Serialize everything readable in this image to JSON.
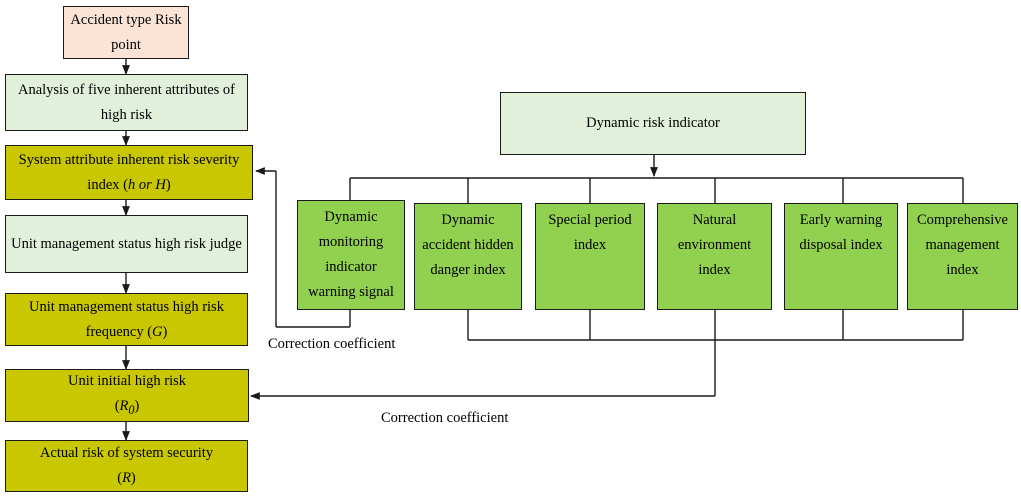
{
  "left_chain": [
    {
      "id": "accident-type-risk-point",
      "text": "Accident type Risk point"
    },
    {
      "id": "five-inherent-attributes",
      "text": "Analysis of five inherent attributes of high risk"
    },
    {
      "id": "inherent-risk-severity-index",
      "line1": "System attribute inherent risk severity",
      "line2_pre": "index (",
      "symbol": "h or H",
      "line2_post": ")"
    },
    {
      "id": "management-status-judge",
      "text": "Unit management status high risk judge"
    },
    {
      "id": "management-status-frequency",
      "line1": "Unit management status high risk",
      "line2_pre": "frequency (",
      "symbol": "G",
      "line2_post": ")"
    },
    {
      "id": "unit-initial-high-risk",
      "line1": "Unit initial high risk",
      "line2_pre": "(",
      "symbol": "R",
      "sub": "0",
      "line2_post": ")"
    },
    {
      "id": "actual-risk",
      "line1": "Actual risk of system security",
      "line2_pre": "(",
      "symbol": "R",
      "line2_post": ")"
    }
  ],
  "dynamic_root": {
    "text": "Dynamic risk indicator"
  },
  "dynamic_indicators": [
    {
      "text": "Dynamic monitoring indicator warning signal"
    },
    {
      "text": "Dynamic accident hidden danger index"
    },
    {
      "text": "Special period index"
    },
    {
      "text": "Natural environment index"
    },
    {
      "text": "Early warning disposal index"
    },
    {
      "text": "Comprehensive management index"
    }
  ],
  "labels": {
    "correction_1": "Correction coefficient",
    "correction_2": "Correction coefficient"
  }
}
